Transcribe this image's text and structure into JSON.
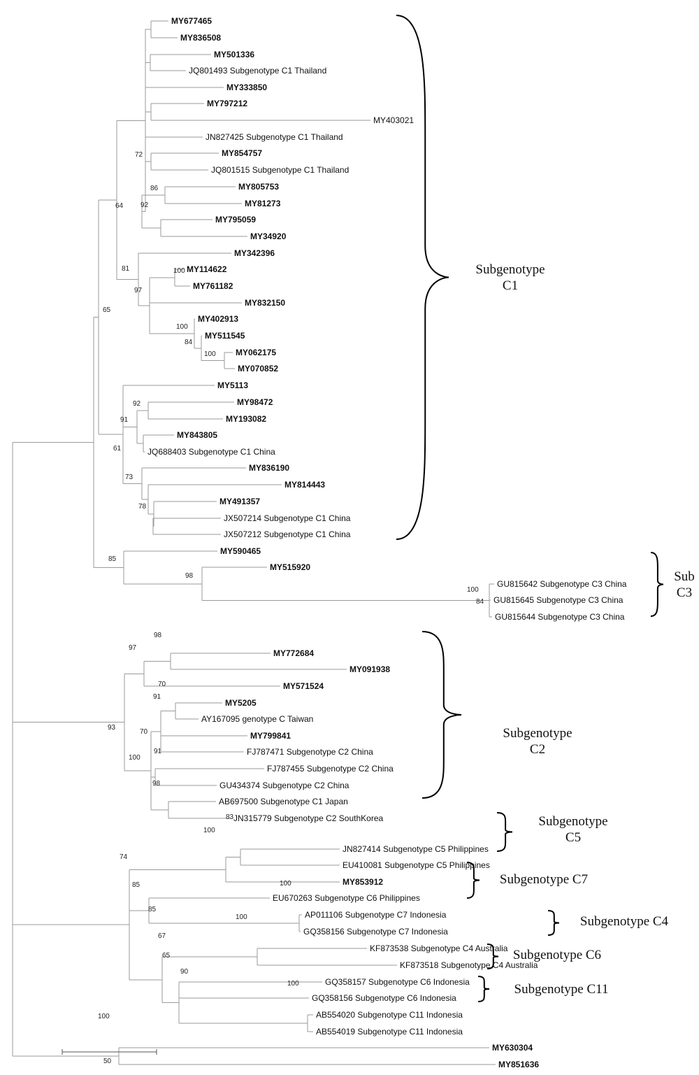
{
  "taxa": [
    {
      "id": "t01",
      "label": "MY677465",
      "bold": true
    },
    {
      "id": "t02",
      "label": "MY836508",
      "bold": true
    },
    {
      "id": "t03",
      "label": "MY501336",
      "bold": true
    },
    {
      "id": "t04",
      "label": "JQ801493 Subgenotype C1 Thailand",
      "bold": false
    },
    {
      "id": "t05",
      "label": "MY333850",
      "bold": true
    },
    {
      "id": "t06",
      "label": "MY797212",
      "bold": true
    },
    {
      "id": "t07",
      "label": "MY403021",
      "bold": false
    },
    {
      "id": "t08",
      "label": "JN827425 Subgenotype C1 Thailand",
      "bold": false
    },
    {
      "id": "t09",
      "label": "MY854757",
      "bold": true
    },
    {
      "id": "t10",
      "label": "JQ801515 Subgenotype C1 Thailand",
      "bold": false
    },
    {
      "id": "t11",
      "label": "MY805753",
      "bold": true
    },
    {
      "id": "t12",
      "label": "MY81273",
      "bold": true
    },
    {
      "id": "t13",
      "label": "MY795059",
      "bold": true
    },
    {
      "id": "t14",
      "label": "MY34920",
      "bold": true
    },
    {
      "id": "t15",
      "label": "MY342396",
      "bold": true
    },
    {
      "id": "t16",
      "label": "MY114622",
      "bold": true
    },
    {
      "id": "t17",
      "label": "MY761182",
      "bold": true
    },
    {
      "id": "t18",
      "label": "MY832150",
      "bold": true
    },
    {
      "id": "t19",
      "label": "MY402913",
      "bold": true
    },
    {
      "id": "t20",
      "label": "MY511545",
      "bold": true
    },
    {
      "id": "t21",
      "label": "MY062175",
      "bold": true
    },
    {
      "id": "t22",
      "label": "MY070852",
      "bold": true
    },
    {
      "id": "t23",
      "label": "MY5113",
      "bold": true
    },
    {
      "id": "t24",
      "label": "MY98472",
      "bold": true
    },
    {
      "id": "t25",
      "label": "MY193082",
      "bold": true
    },
    {
      "id": "t26",
      "label": "MY843805",
      "bold": true
    },
    {
      "id": "t27",
      "label": "JQ688403 Subgenotype C1 China",
      "bold": false
    },
    {
      "id": "t28",
      "label": "MY836190",
      "bold": true
    },
    {
      "id": "t29",
      "label": "MY814443",
      "bold": true
    },
    {
      "id": "t30",
      "label": "MY491357",
      "bold": true
    },
    {
      "id": "t31",
      "label": "JX507214 Subgenotype C1 China",
      "bold": false
    },
    {
      "id": "t32",
      "label": "JX507212 Subgenotype C1 China",
      "bold": false
    },
    {
      "id": "t33",
      "label": "MY590465",
      "bold": true
    },
    {
      "id": "t34",
      "label": "MY515920",
      "bold": true
    },
    {
      "id": "t35",
      "label": "GU815642 Subgenotype C3 China",
      "bold": false
    },
    {
      "id": "t36",
      "label": "GU815645 Subgenotype C3 China",
      "bold": false
    },
    {
      "id": "t37",
      "label": "GU815644 Subgenotype C3 China",
      "bold": false
    },
    {
      "id": "t38",
      "label": "MY772684",
      "bold": true
    },
    {
      "id": "t39",
      "label": "MY091938",
      "bold": true
    },
    {
      "id": "t40",
      "label": "MY571524",
      "bold": true
    },
    {
      "id": "t41",
      "label": "MY5205",
      "bold": true
    },
    {
      "id": "t42",
      "label": "AY167095 genotype C Taiwan",
      "bold": false
    },
    {
      "id": "t43",
      "label": "MY799841",
      "bold": true
    },
    {
      "id": "t44",
      "label": "FJ787471 Subgenotype C2 China",
      "bold": false
    },
    {
      "id": "t45",
      "label": "FJ787455 Subgenotype C2 China",
      "bold": false
    },
    {
      "id": "t46",
      "label": "GU434374 Subgenotype C2 China",
      "bold": false
    },
    {
      "id": "t47",
      "label": "AB697500 Subgenotype C1 Japan",
      "bold": false
    },
    {
      "id": "t48",
      "label": "JN315779 Subgenotype C2 SouthKorea",
      "bold": false
    },
    {
      "id": "t49",
      "label": "JN827414 Subgenotype C5 Philippines",
      "bold": false
    },
    {
      "id": "t50",
      "label": "EU410081 Subgenotype C5 Philippines",
      "bold": false
    },
    {
      "id": "t51",
      "label": "MY853912",
      "bold": true
    },
    {
      "id": "t52",
      "label": "EU670263 Subgenotype C6 Philippines",
      "bold": false
    },
    {
      "id": "t53",
      "label": "AP011106 Subgenotype C7 Indonesia",
      "bold": false
    },
    {
      "id": "t54",
      "label": "GQ358156 Subgenotype C7 Indonesia",
      "bold": false
    },
    {
      "id": "t55",
      "label": "KF873538 Subgenotype C4 Australia",
      "bold": false
    },
    {
      "id": "t56",
      "label": "KF873518 Subgenotype C4 Australia",
      "bold": false
    },
    {
      "id": "t57",
      "label": "GQ358157 Subgenotype C6 Indonesia",
      "bold": false
    },
    {
      "id": "t58",
      "label": "GQ358156 Subgenotype C6 Indonesia",
      "bold": false
    },
    {
      "id": "t59",
      "label": "AB554020 Subgenotype C11 Indonesia",
      "bold": false
    },
    {
      "id": "t60",
      "label": "AB554019 Subgenotype C11 Indonesia",
      "bold": false
    },
    {
      "id": "t61",
      "label": "MY630304",
      "bold": true
    },
    {
      "id": "t62",
      "label": "MY851636",
      "bold": true
    }
  ],
  "bootstrap": [
    "72",
    "64",
    "86",
    "92",
    "81",
    "100",
    "97",
    "100",
    "84",
    "100",
    "65",
    "92",
    "91",
    "61",
    "73",
    "78",
    "85",
    "98",
    "100",
    "84",
    "98",
    "97",
    "70",
    "91",
    "70",
    "91",
    "98",
    "100",
    "93",
    "83",
    "100",
    "74",
    "85",
    "100",
    "85",
    "100",
    "67",
    "65",
    "90",
    "100",
    "100"
  ],
  "groups": [
    {
      "id": "c1",
      "lines": [
        "Subgenotype",
        "C1"
      ]
    },
    {
      "id": "c3",
      "lines": [
        "Sub",
        "C3"
      ]
    },
    {
      "id": "c2",
      "lines": [
        "Subgenotype",
        "C2"
      ]
    },
    {
      "id": "c5",
      "lines": [
        "Subgenotype",
        "C5"
      ]
    },
    {
      "id": "c7",
      "lines": [
        "Subgenotype C7"
      ]
    },
    {
      "id": "c4",
      "lines": [
        "Subgenotype C4"
      ]
    },
    {
      "id": "c6",
      "lines": [
        "Subgenotype C6"
      ]
    },
    {
      "id": "c11",
      "lines": [
        "Subgenotype C11"
      ]
    }
  ],
  "scale_bar": {
    "label": "50"
  }
}
